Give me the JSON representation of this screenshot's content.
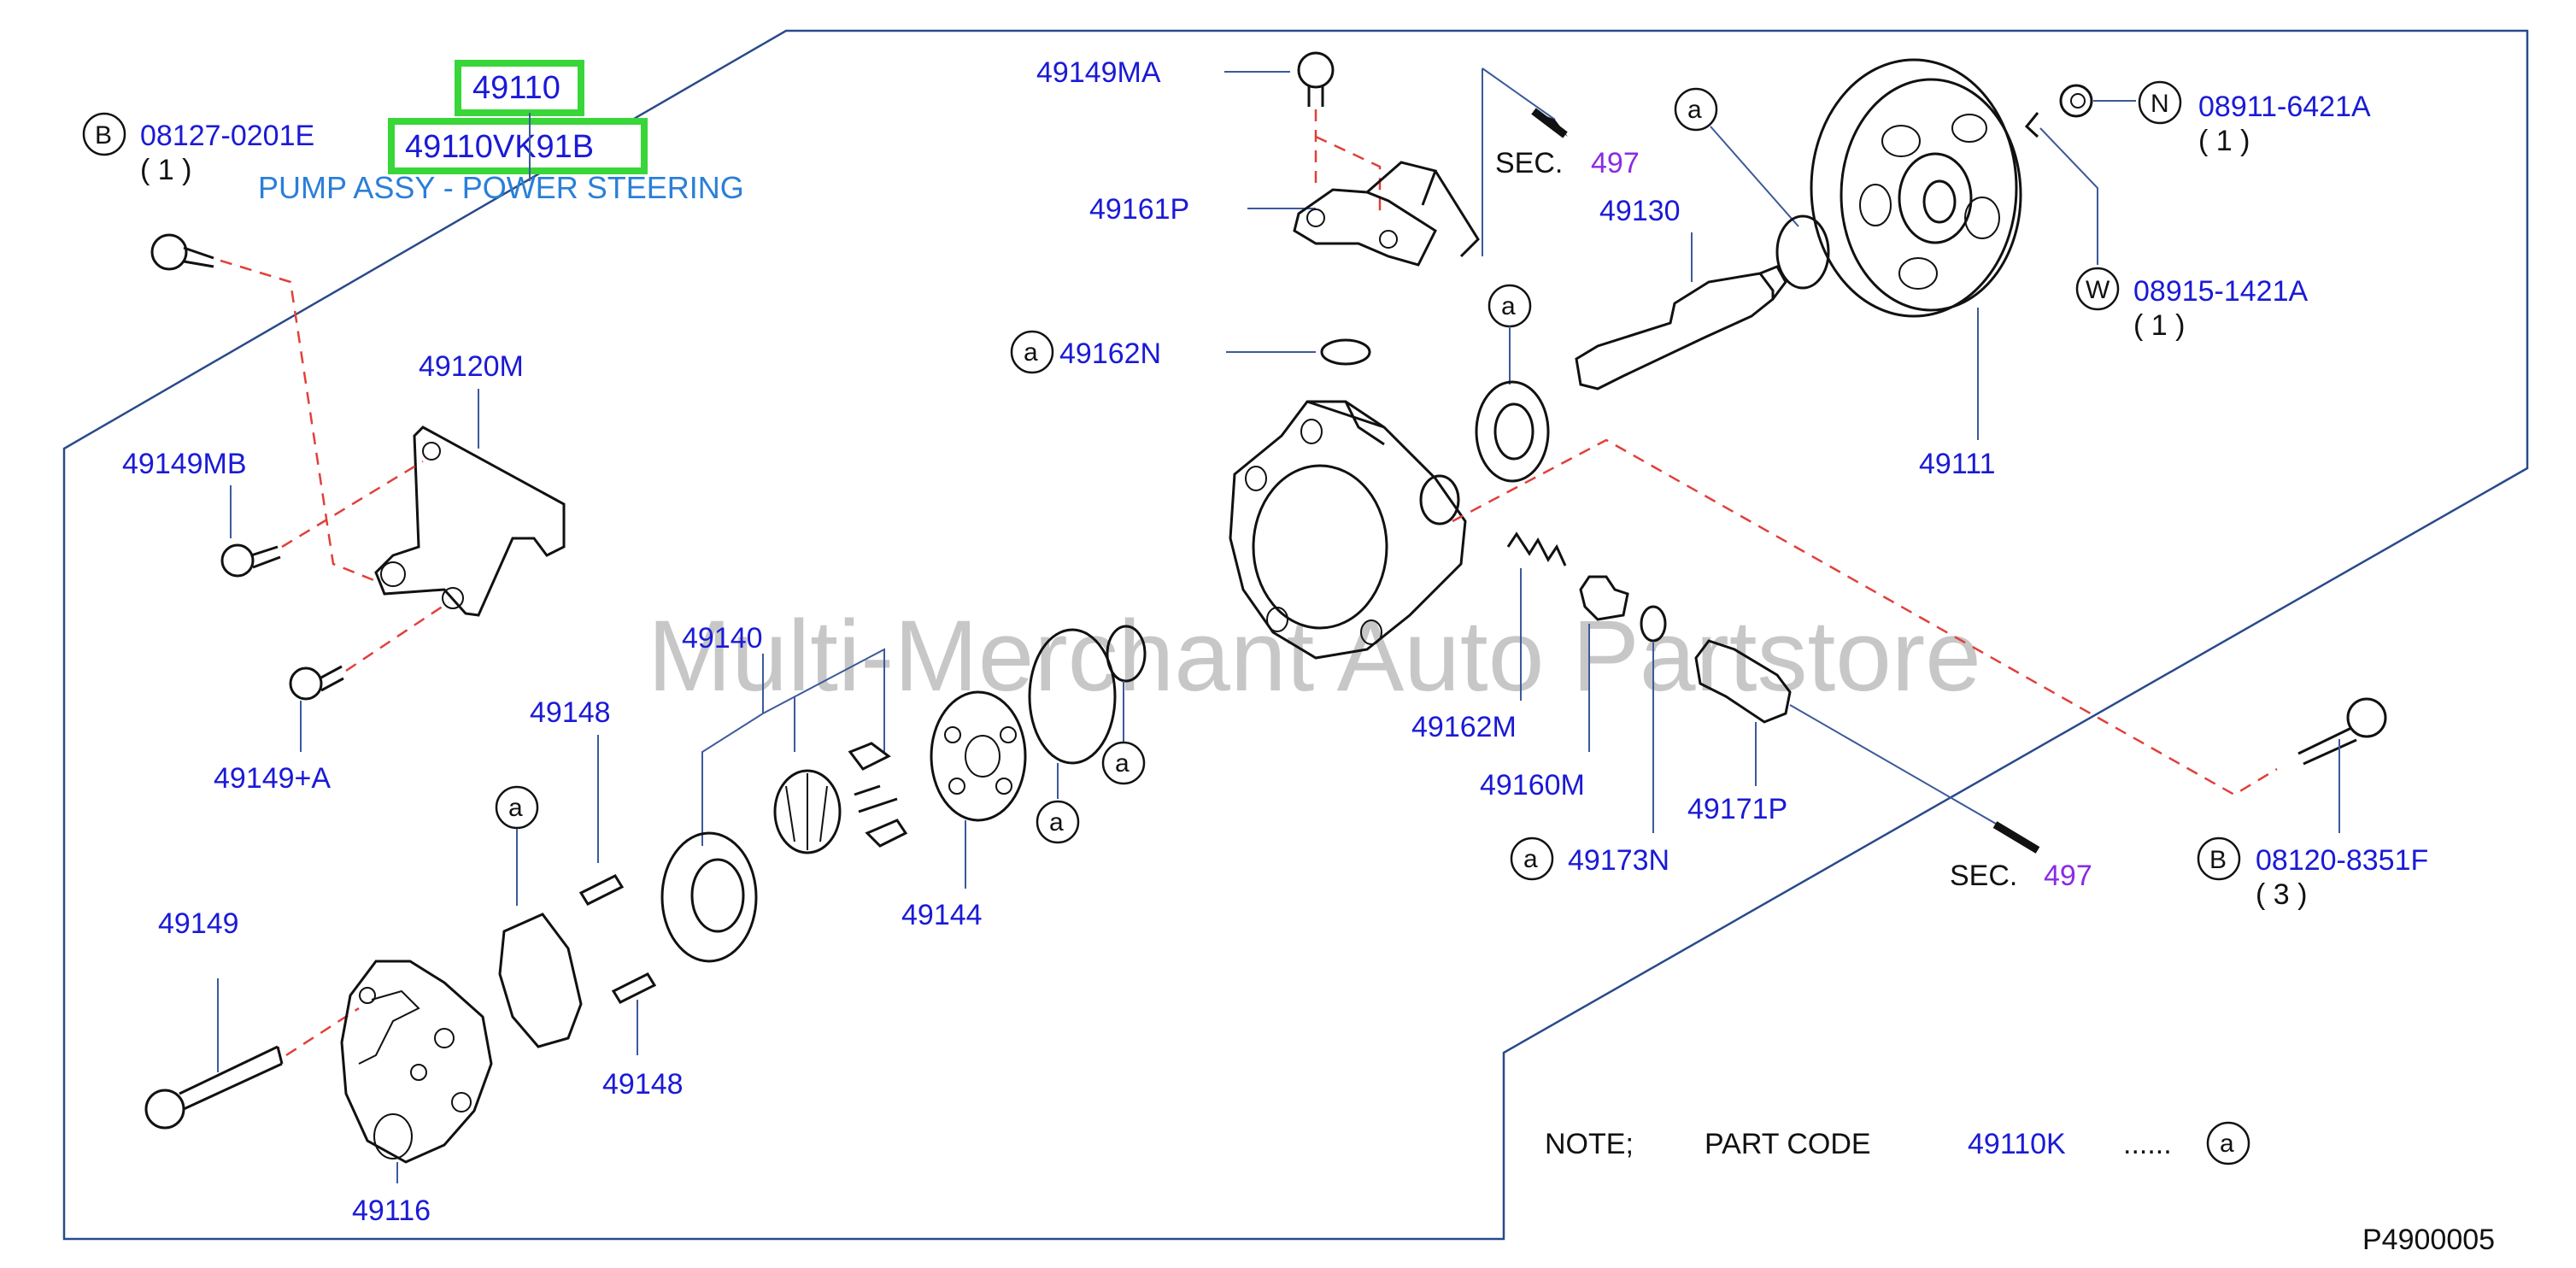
{
  "highlight": {
    "part_no": "49110",
    "part_code": "49110VK91B",
    "description": "PUMP ASSY - POWER STEERING",
    "box_color": "#39d639"
  },
  "labels": {
    "l_08127": "08127-0201E",
    "l_08127_qty": "( 1 )",
    "l_49120M": "49120M",
    "l_49149MB": "49149MB",
    "l_49149A": "49149+A",
    "l_49149MA": "49149MA",
    "l_49161P": "49161P",
    "l_49162N": "49162N",
    "l_49130": "49130",
    "l_08911": "08911-6421A",
    "l_08911_qty": "( 1 )",
    "l_08915": "08915-1421A",
    "l_08915_qty": "( 1 )",
    "l_49111": "49111",
    "l_49140": "49140",
    "l_49148a": "49148",
    "l_49148b": "49148",
    "l_49144": "49144",
    "l_49149": "49149",
    "l_49116": "49116",
    "l_49162M": "49162M",
    "l_49160M": "49160M",
    "l_49173N": "49173N",
    "l_49171P": "49171P",
    "l_08120": "08120-8351F",
    "l_08120_qty": "( 3 )",
    "sec_text": "SEC.",
    "sec_num": "497"
  },
  "markers": {
    "b": "B",
    "n": "N",
    "w": "W",
    "a": "a"
  },
  "note": {
    "note": "NOTE;",
    "part_code_label": "PART  CODE",
    "code": "49110K",
    "dots": "......",
    "marker": "a"
  },
  "watermark": "Multi-Merchant Auto Partstore",
  "diagram_id": "P4900005"
}
